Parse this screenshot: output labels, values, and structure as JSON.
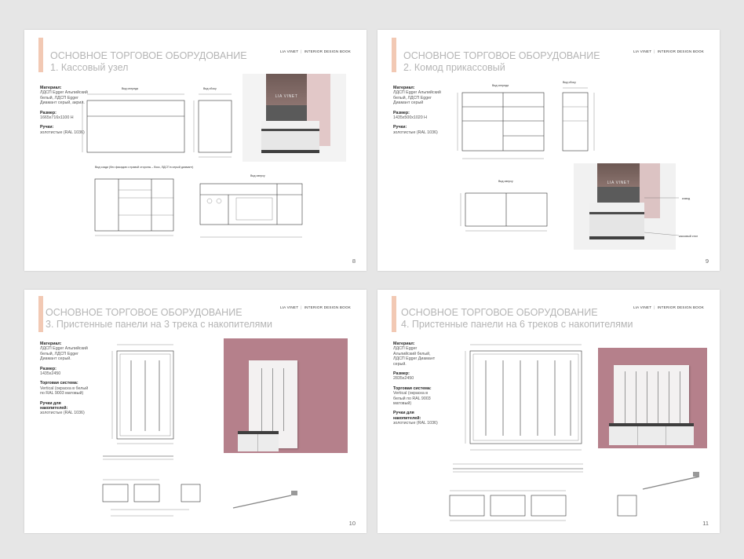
{
  "pages": [
    {
      "title_line1": "ОСНОВНОЕ ТОРГОВОЕ ОБОРУДОВАНИЕ",
      "title_line2": "1. Кассовый узел",
      "brand": "LIA VINET",
      "brand_sub": "INTERIOR DESIGN BOOK",
      "material_label": "Материал:",
      "material_value": "ЛДСП Egger Альпийский белый, ЛДСП Egger Диамант серый, акрил.",
      "size_label": "Размер:",
      "size_value": "1665x716x1100 Н",
      "handles_label": "Ручки:",
      "handles_value": "золотистые (RAL 1036)",
      "page_number": "8",
      "render_logo": "LIA VINET",
      "captions": {
        "front": "Вид спереди",
        "side": "Вид сбоку",
        "top": "Вид сверху",
        "back": "Вид сзади (без фасадов с правой стороны – бокс, ЛДСП в серый диамант)"
      }
    },
    {
      "title_line1": "ОСНОВНОЕ ТОРГОВОЕ ОБОРУДОВАНИЕ",
      "title_line2": "2. Комод прикассовый",
      "brand": "LIA VINET",
      "brand_sub": "INTERIOR DESIGN BOOK",
      "material_label": "Материал:",
      "material_value": "ЛДСП Egger Альпийский белый, ЛДСП Egger Диамант серый",
      "size_label": "Размер:",
      "size_value": "1435x500x1020 Н",
      "handles_label": "Ручки:",
      "handles_value": "золотистые (RAL 1036)",
      "page_number": "9",
      "render_logo": "LIA VINET",
      "captions": {
        "front": "Вид спереди",
        "side": "Вид сбоку",
        "top": "Вид сверху",
        "label1": "комод",
        "label2": "кассовый стол"
      }
    },
    {
      "title_line1": "ОСНОВНОЕ ТОРГОВОЕ ОБОРУДОВАНИЕ",
      "title_line2": "3. Пристенные панели на 3 трека с накопителями",
      "brand": "LIA VINET",
      "brand_sub": "INTERIOR DESIGN BOOK",
      "material_label": "Материал:",
      "material_value": "ЛДСП Egger Альпийский белый, ЛДСП Egger Диамант серый.",
      "size_label": "Размер:",
      "size_value": "1435x2450",
      "system_label": "Торговая система:",
      "system_value": "Vertical (окраска в белый по RAL 9003 матовый)",
      "handles_label": "Ручки для накопителей:",
      "handles_value": "золотистые (RAL 1036)",
      "page_number": "10"
    },
    {
      "title_line1": "ОСНОВНОЕ ТОРГОВОЕ ОБОРУДОВАНИЕ",
      "title_line2": "4. Пристенные панели на 6 треков с накопителями",
      "brand": "LIA VINET",
      "brand_sub": "INTERIOR DESIGN BOOK",
      "material_label": "Материал:",
      "material_value": "ЛДСП Egger Альпийский белый, ЛДСП Egger Диамант серый.",
      "size_label": "Размер:",
      "size_value": "2835x2450",
      "system_label": "Торговая система:",
      "system_value": "Vertical (окраска в белый по RAL 9003 матовый)",
      "handles_label": "Ручки для накопителей:",
      "handles_value": "золотистые (RAL 1036)",
      "page_number": "11"
    }
  ],
  "colors": {
    "background": "#e6e6e6",
    "accent": "#f2c9b4",
    "title": "#b5b5b5",
    "render_pink": "#b5808b",
    "furniture_gray": "#4a4a4a"
  }
}
